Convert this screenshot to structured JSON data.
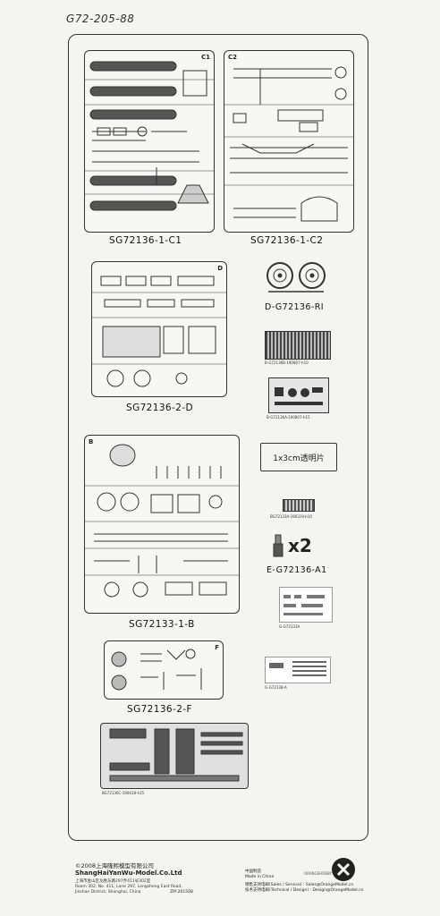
{
  "doc_code": "G72-205-88",
  "sprues": [
    {
      "id": "c1",
      "letter": "C1",
      "caption": "SG72136-1-C1"
    },
    {
      "id": "c2",
      "letter": "C2",
      "caption": "SG72136-1-C2"
    },
    {
      "id": "d",
      "letter": "D",
      "caption": "SG72136-2-D"
    },
    {
      "id": "b",
      "letter": "B",
      "caption": "SG72133-1-B"
    },
    {
      "id": "f",
      "letter": "F",
      "caption": "SG72136-2-F"
    }
  ],
  "side_parts": {
    "wheels_caption": "D-G72136-RI",
    "pe1_caption": "B-G72136B-190807-h10",
    "pe2_caption": "B-G72136A-190807-h15",
    "clear_label": "1x3cm透明片",
    "pe3_caption": "BG72133A-190319-h10",
    "e_multiplier": "x2",
    "e_caption": "E-G72136-A1",
    "decal1_caption": "G-G72133A",
    "decal2_caption": "G-G72138-A",
    "bottom_pe_caption": "BG72136C-190418-h15"
  },
  "footer": {
    "copyright": "©2008上海隆熙模型有限公司",
    "brand": "ShangHaiYanWu-Model.Co.Ltd",
    "address_cn": "上海市金山区龙胜东路297弄411号302室",
    "address_en_1": "Room 302, No. 411, Lane 297, Longsheng East Road,",
    "address_en_2": "Jinshan District, Shanghai, China",
    "zip": "ZIP:201508",
    "made_cn": "中国制造",
    "made_en": "Made in China",
    "sales": "销售支持电邮(Sales / Service) : Sales@OrangeModel.cn",
    "tech": "技术支持电邮(Technical / Design) : Design@OrangeModel.cn",
    "logo_text": "ORANGEHOBBY"
  }
}
